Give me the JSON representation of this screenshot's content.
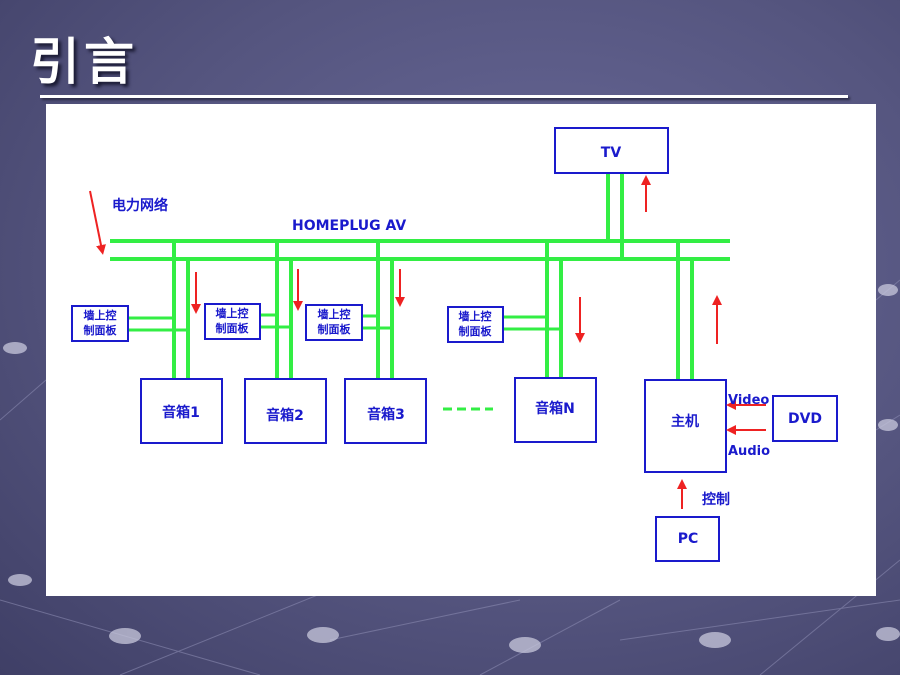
{
  "slide": {
    "title": "引言"
  },
  "diagram": {
    "power_network_label": "电力网络",
    "bus_label": "HOMEPLUG AV",
    "tv_label": "TV",
    "wall_panel_label_line1": "墙上控",
    "wall_panel_label_line2": "制面板",
    "speakers": [
      "音箱1",
      "音箱2",
      "音箱3",
      "音箱N"
    ],
    "host_label": "主机",
    "dvd_label": "DVD",
    "video_label": "Video",
    "audio_label": "Audio",
    "control_label": "控制",
    "pc_label": "PC",
    "colors": {
      "bus": "#33ee44",
      "box": "#1a1acc",
      "arrow": "#ee2222"
    }
  }
}
